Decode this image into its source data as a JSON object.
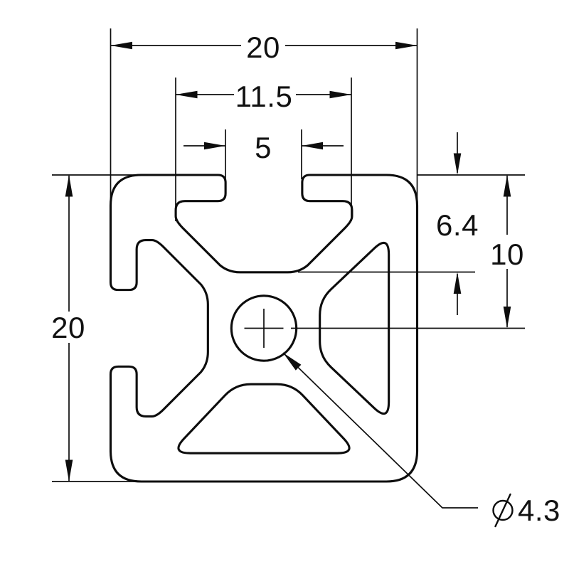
{
  "page": {
    "background": "#ffffff",
    "line_color": "#0d0d0d",
    "text_color": "#111111"
  },
  "drawing": {
    "type": "cad-cross-section",
    "subject": "20x20 t-slot aluminium extrusion profile"
  },
  "dimensions": {
    "overall_width": "20",
    "slot_inner_width": "11.5",
    "slot_opening_width": "5",
    "overall_height": "20",
    "slot_depth": "6.4",
    "centerline_offset": "10",
    "hole_diameter_symbol": "⌀",
    "hole_diameter": "4.3"
  }
}
